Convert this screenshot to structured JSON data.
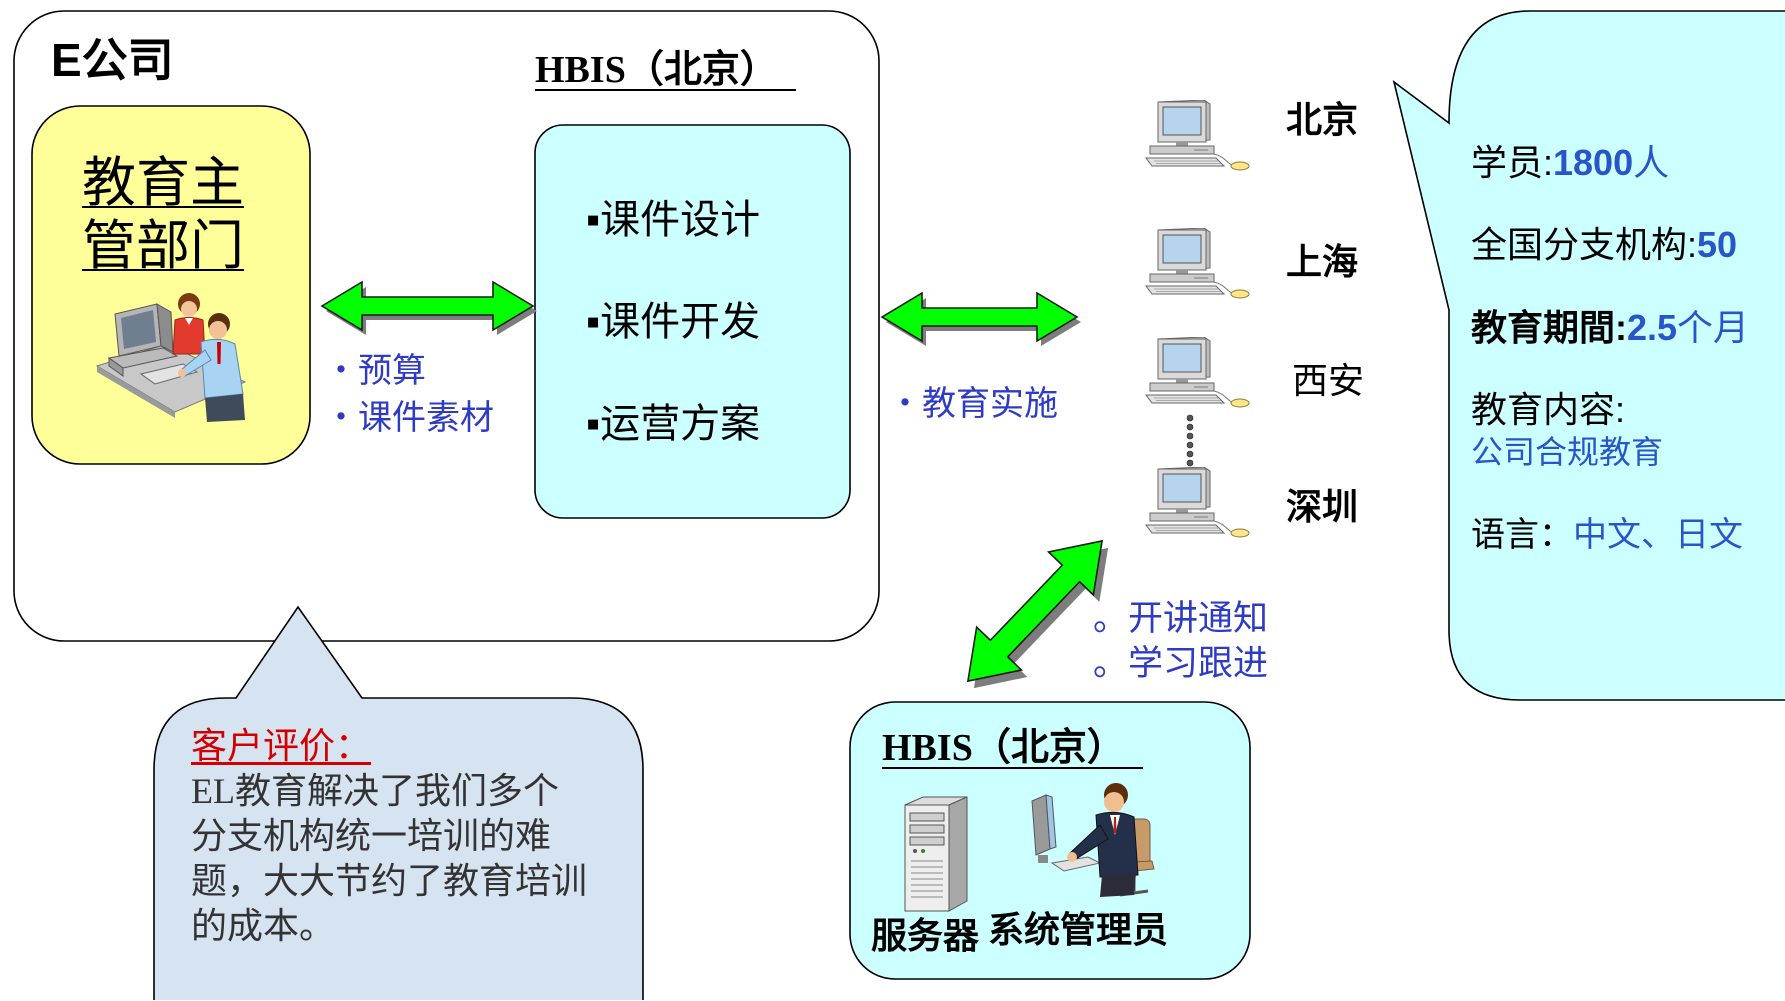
{
  "company_box": {
    "title": "E公司",
    "hbis_label": "HBIS（北京）"
  },
  "education_dept": {
    "title_line1": "教育主",
    "title_line2": "管部门"
  },
  "hbis_services": {
    "items": [
      "▪课件设计",
      "▪课件开发",
      "▪运营方案"
    ]
  },
  "inputs_from_dept": [
    "・预算",
    "・课件素材"
  ],
  "delivery_label": "・教育实施",
  "branches": [
    "北京",
    "上海",
    "西安",
    "深圳"
  ],
  "notifications": [
    "。开讲通知",
    "。学习跟进"
  ],
  "hbis_support": {
    "title": "HBIS（北京）",
    "server_label": "服务器",
    "admin_label": "系统管理员"
  },
  "customer_review": {
    "heading": "客户评价：",
    "lines": [
      "EL教育解决了我们多个",
      "分支机构统一培训的难",
      "题，大大节约了教育培训",
      "的成本。"
    ]
  },
  "project_facts": {
    "trainees_label": "学员:",
    "trainees_value": "1800",
    "trainees_unit": "人",
    "branches_label": "全国分支机构:",
    "branches_value": "50",
    "period_label": "教育期間:",
    "period_value": "2.5",
    "period_unit": "个月",
    "content_label": "教育内容:",
    "content_value": "公司合规教育",
    "language_label": "语言：",
    "language_value": "中文、日文"
  },
  "icons": [
    "staff-at-computer-icon",
    "computer-icon",
    "server-icon",
    "system-admin-icon",
    "double-arrow-icon"
  ],
  "colors": {
    "arrow_green": "#00ff00",
    "box_cyan": "#ccffff",
    "box_yellow": "#ffff99",
    "bubble_gray_blue": "#d6e3f1",
    "label_blue": "#2e3bc4",
    "fact_blue": "#2a55c9",
    "review_red": "#d40000"
  }
}
